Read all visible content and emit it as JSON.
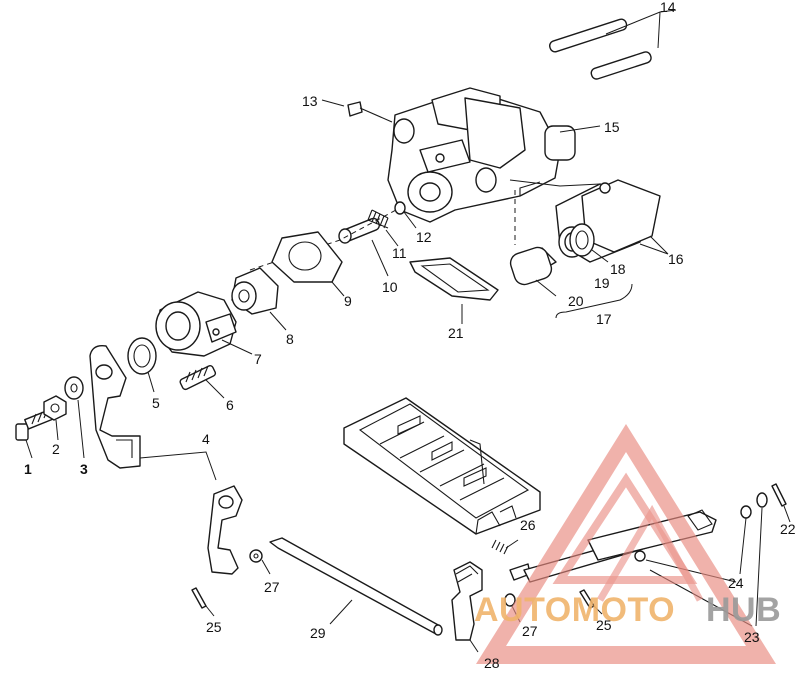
{
  "callouts": {
    "c1": "1",
    "c2": "2",
    "c3": "3",
    "c4": "4",
    "c5": "5",
    "c6": "6",
    "c7": "7",
    "c8": "8",
    "c9": "9",
    "c10": "10",
    "c11": "11",
    "c12": "12",
    "c13": "13",
    "c14": "14",
    "c15": "15",
    "c16": "16",
    "c17": "17",
    "c18": "18",
    "c19": "19",
    "c20": "20",
    "c21": "21",
    "c22": "22",
    "c23": "23",
    "c24": "24",
    "c25a": "25",
    "c25b": "25",
    "c26": "26",
    "c27a": "27",
    "c27b": "27",
    "c28": "28",
    "c29": "29"
  },
  "watermark": {
    "part1": "AUTOMOTO",
    "part2": "HUB",
    "color_primary": "#e8897f",
    "color_orange": "#f0b46c",
    "color_grey": "#9a9a9a"
  }
}
